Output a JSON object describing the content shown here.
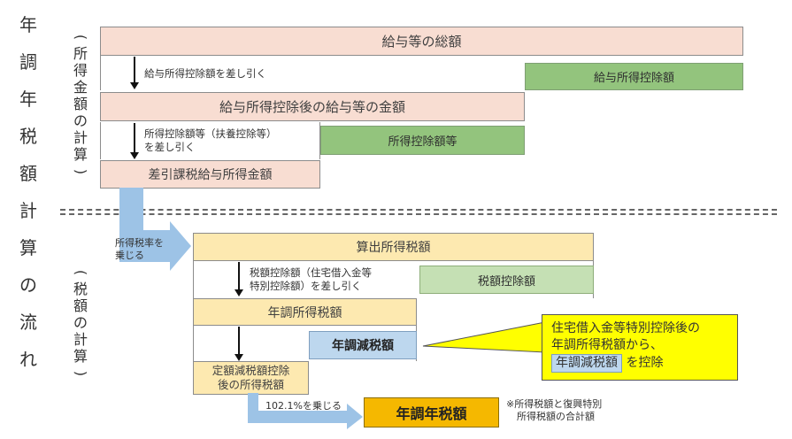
{
  "side_title": [
    "年",
    "調",
    "年",
    "税",
    "額",
    "計",
    "算",
    "の",
    "流",
    "れ"
  ],
  "income_section_label": [
    "(",
    "所",
    "得",
    "金",
    "額",
    "の",
    "計",
    "算",
    ")"
  ],
  "tax_section_label": [
    "(",
    "税",
    "額",
    "の",
    "計",
    "算",
    ")"
  ],
  "income": {
    "total_salary": "給与等の総額",
    "step1_note": "給与所得控除額を差し引く",
    "salary_deduction": "給与所得控除額",
    "after_deduction": "給与所得控除後の給与等の金額",
    "step2_note_lines": [
      "所得控除額等（扶養控除等）",
      "を差し引く"
    ],
    "income_deductions": "所得控除額等",
    "taxable_income": "差引課税給与所得金額"
  },
  "tax": {
    "rate_arrow_lines": [
      "所得税率を",
      "乗じる"
    ],
    "computed_tax": "算出所得税額",
    "step3_note_lines": [
      "税額控除額（住宅借入金等",
      "特別控除額）を差し引く"
    ],
    "tax_credit": "税額控除額",
    "annual_income_tax": "年調所得税額",
    "reduction": "年調減税額",
    "fixed_reduction_lines": [
      "定額減税額控除",
      "後の所得税額"
    ],
    "multiply_note": "102.1%を乗じる",
    "final_tax": "年調年税額",
    "footnote_lines": [
      "※所得税額と復興特別",
      "所得税額の合計額"
    ]
  },
  "callout": {
    "line1": "住宅借入金等特別控除後の",
    "line2": "年調所得税額から、",
    "boxed": "年調減税額",
    "suffix": "を控除"
  },
  "colors": {
    "pink": "#f8ddd2",
    "green": "#93c47d",
    "light_green": "#c5e0b4",
    "light_yellow": "#fde9b0",
    "blue_box": "#bdd7ee",
    "arrow_blue": "#9dc3e6",
    "final_orange": "#f5b800",
    "callout_yellow": "#ffff00"
  }
}
